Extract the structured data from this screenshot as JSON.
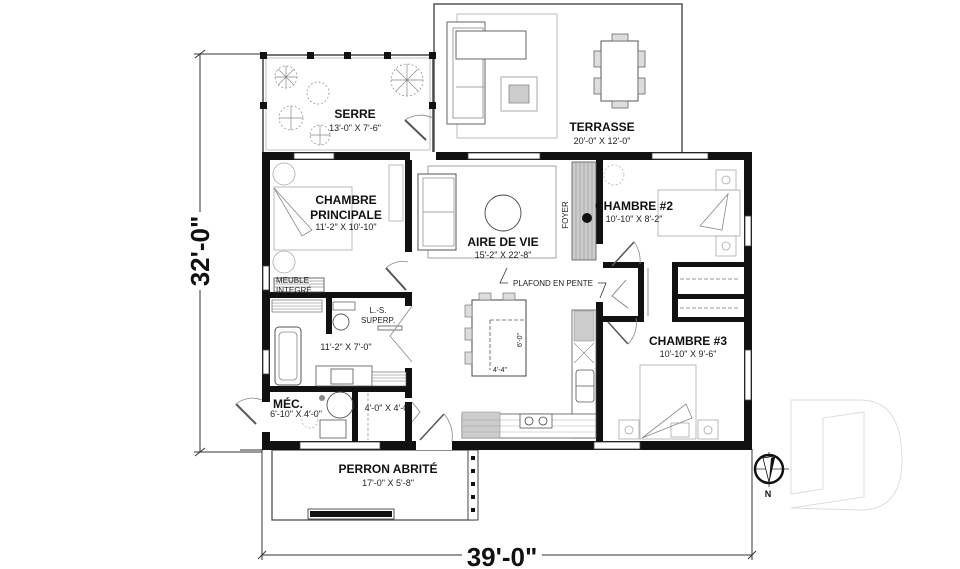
{
  "overall": {
    "width_label": "39'-0\"",
    "depth_label": "32'-0\""
  },
  "rooms": {
    "serre": {
      "name": "SERRE",
      "dims": "13'-0\" X 7'-6\""
    },
    "terrasse": {
      "name": "TERRASSE",
      "dims": "20'-0\" X 12'-0\""
    },
    "chambre_principale": {
      "name_line1": "CHAMBRE",
      "name_line2": "PRINCIPALE",
      "dims": "11'-2\" X 10'-10\""
    },
    "aire_de_vie": {
      "name": "AIRE DE VIE",
      "dims": "15'-2\" X 22'-8\""
    },
    "chambre2": {
      "name": "CHAMBRE #2",
      "dims": "10'-10\" X 8'-2\""
    },
    "chambre3": {
      "name": "CHAMBRE #3",
      "dims": "10'-10\" X 9'-6\""
    },
    "salle_de_bain": {
      "dims": "11'-2\" X 7'-0\""
    },
    "mec": {
      "name": "MÉC.",
      "dims": "6'-10\" X 4'-0\""
    },
    "closet": {
      "dims": "4'-0\" X 4'-0\""
    },
    "perron": {
      "name": "PERRON ABRITÉ",
      "dims": "17'-0\" X 5'-8\""
    }
  },
  "annotations": {
    "foyer": "FOYER",
    "plafond": "PLAFOND EN PENTE",
    "meuble_line1": "MEUBLE",
    "meuble_line2": "INTEGRÉ",
    "ls_line1": "L.-S.",
    "ls_line2": "SUPERP.",
    "island_depth": "6'-0\"",
    "island_width": "4'-4\""
  },
  "compass": {
    "label": "N"
  }
}
